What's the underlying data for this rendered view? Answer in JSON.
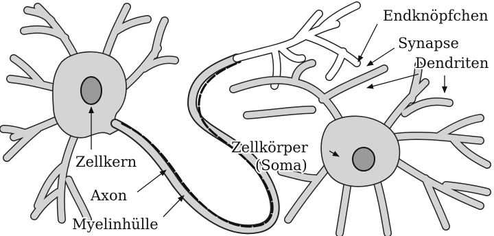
{
  "labels": {
    "endknoepfchen": "Endknöpfchen",
    "synapse": "Synapse",
    "dendriten": "Dendriten",
    "zellkoerper": "Zellkörper",
    "soma": "(Soma)",
    "zellkern": "Zellkern",
    "axon": "Axon",
    "myelinhuelle": "Myelinhülle"
  }
}
